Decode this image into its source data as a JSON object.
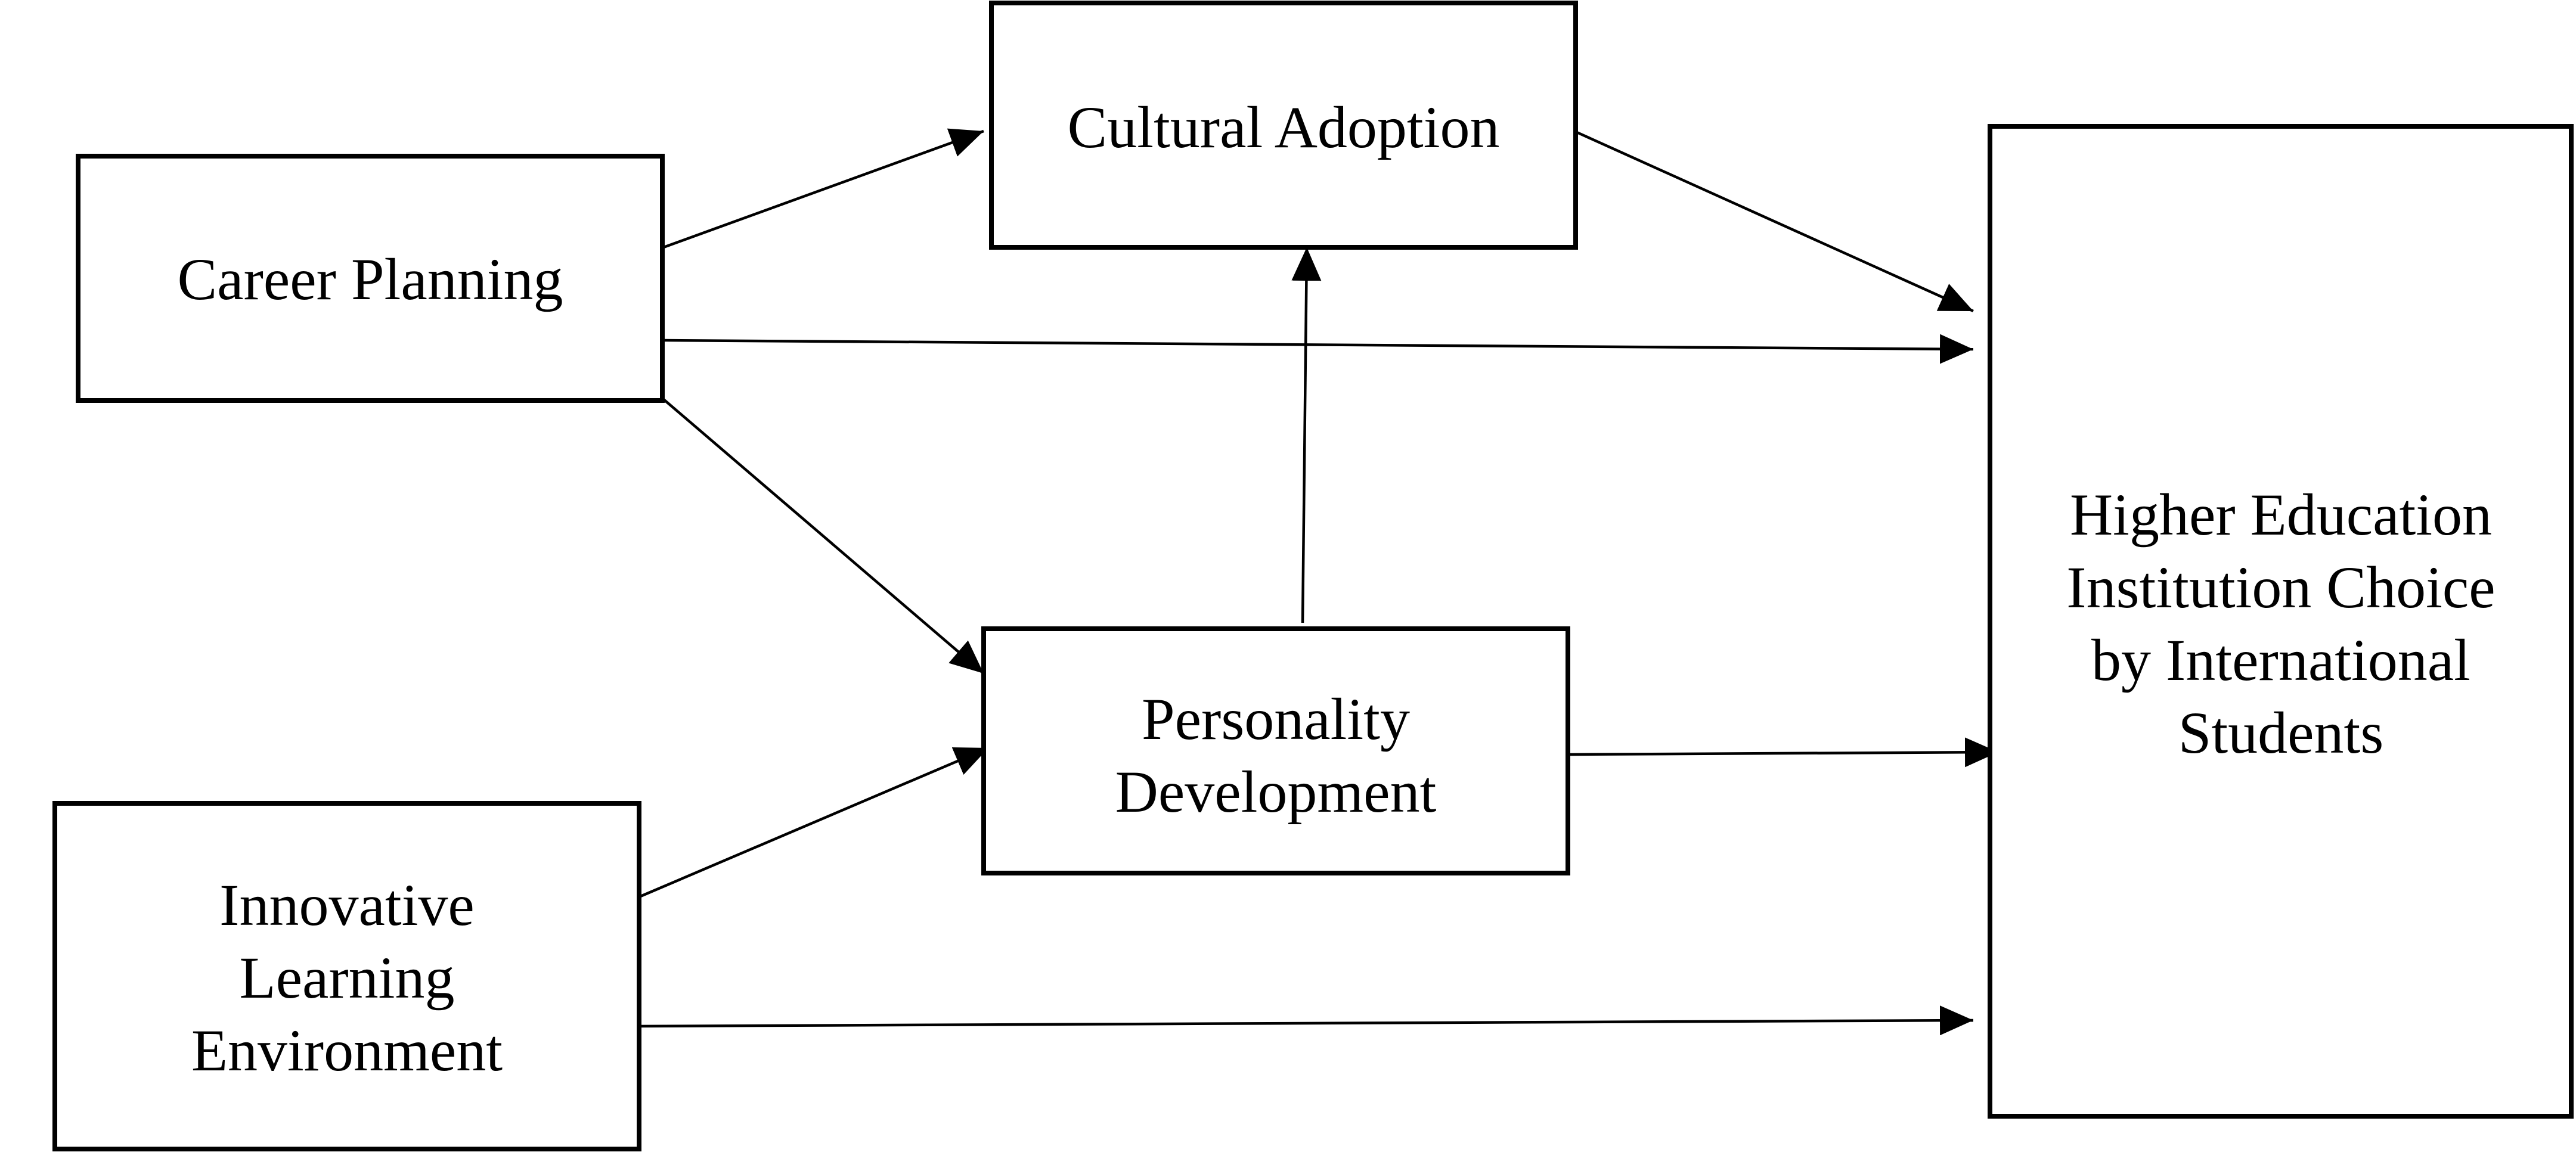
{
  "diagram": {
    "nodes": {
      "career_planning": {
        "lines": [
          "Career Planning"
        ]
      },
      "cultural_adoption": {
        "lines": [
          "Cultural Adoption"
        ]
      },
      "personality_development": {
        "lines": [
          "Personality",
          "Development"
        ]
      },
      "innovative_learning": {
        "lines": [
          "Innovative",
          "Learning",
          "Environment"
        ]
      },
      "hei_choice": {
        "lines": [
          "Higher Education",
          "Institution Choice",
          "by International",
          "Students"
        ]
      }
    },
    "edges": [
      {
        "from": "career_planning",
        "to": "cultural_adoption"
      },
      {
        "from": "career_planning",
        "to": "hei_choice"
      },
      {
        "from": "career_planning",
        "to": "personality_development"
      },
      {
        "from": "cultural_adoption",
        "to": "hei_choice"
      },
      {
        "from": "personality_development",
        "to": "cultural_adoption"
      },
      {
        "from": "personality_development",
        "to": "hei_choice"
      },
      {
        "from": "innovative_learning",
        "to": "personality_development"
      },
      {
        "from": "innovative_learning",
        "to": "hei_choice"
      }
    ]
  }
}
